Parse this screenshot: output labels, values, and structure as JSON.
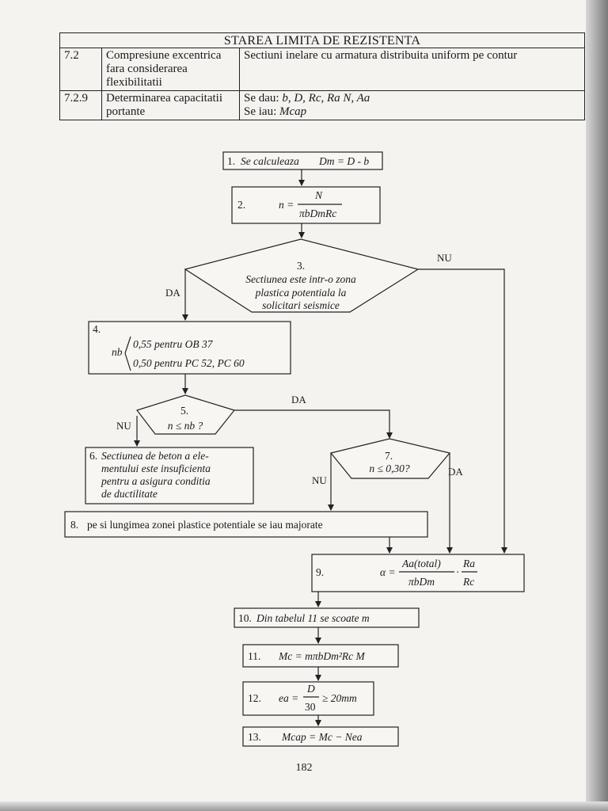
{
  "table": {
    "title": "STAREA LIMITA DE REZISTENTA",
    "rows": [
      {
        "num": "7.2",
        "topic": "Compresiune excentrica fara considerarea flexibilitatii",
        "desc": "Sectiuni inelare cu armatura distribuita uniform pe contur"
      },
      {
        "num": "7.2.9",
        "topic": "Determinarea capacitatii portante",
        "given_label": "Se dau:",
        "given_vars": "b, D, Rc, Ra N, Aa",
        "take_label": "Se iau:",
        "take_vars": "Mcap"
      }
    ]
  },
  "flow": {
    "s1": {
      "num": "1.",
      "text": "Se calculeaza",
      "formula": "Dm = D - b"
    },
    "s2": {
      "num": "2.",
      "lhs": "n =",
      "numer": "N",
      "denom": "πbDmRc"
    },
    "s3": {
      "num": "3.",
      "line1": "Sectiunea este intr-o zona",
      "line2": "plastica potentiala la",
      "line3": "solicitari seismice"
    },
    "s4": {
      "num": "4.",
      "var": "nb",
      "opt1": "0,55 pentru OB 37",
      "opt2": "0,50 pentru PC 52, PC 60"
    },
    "s5": {
      "num": "5.",
      "cond": "n ≤ nb ?"
    },
    "s6": {
      "num": "6.",
      "line1": "Sectiunea de beton a ele-",
      "line2": "mentului este insuficienta",
      "line3": "pentru a asigura conditia",
      "line4": "de ductilitate"
    },
    "s7": {
      "num": "7.",
      "cond": "n ≤ 0,30?"
    },
    "s8": {
      "num": "8.",
      "text": "pe si lungimea zonei plastice potentiale se iau majorate"
    },
    "s9": {
      "num": "9.",
      "lhs": "α =",
      "numer": "Aa(total)",
      "denom": "πbDm",
      "numer2": "Ra",
      "denom2": "Rc"
    },
    "s10": {
      "num": "10.",
      "text": "Din tabelul 11 se scoate m"
    },
    "s11": {
      "num": "11.",
      "formula": "Mc = mπbDm²Rc M"
    },
    "s12": {
      "num": "12.",
      "lhs": "ea =",
      "numer": "D",
      "denom": "30",
      "rhs": "≥ 20mm"
    },
    "s13": {
      "num": "13.",
      "formula": "Mcap = Mc − Nea"
    },
    "labels": {
      "da": "DA",
      "nu": "NU"
    }
  },
  "page_number": "182"
}
